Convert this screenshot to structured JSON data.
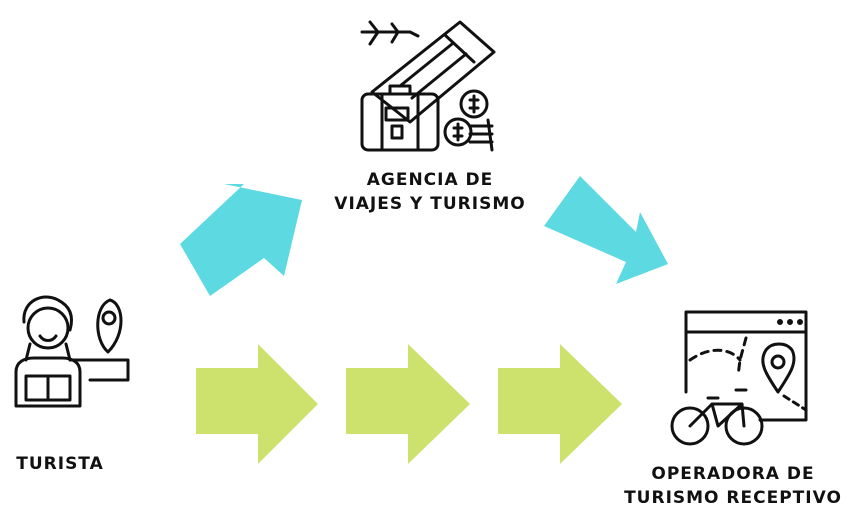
{
  "nodes": {
    "agencia": {
      "line1": "AGENCIA DE",
      "line2": "VIAJES Y TURISMO",
      "icon": "travel-luggage-ticket-icon"
    },
    "turista": {
      "label": "TURISTA",
      "icon": "tourist-with-map-icon"
    },
    "operadora": {
      "line1": "OPERADORA DE",
      "line2": "TURISMO RECEPTIVO",
      "icon": "bike-route-map-icon"
    }
  },
  "colors": {
    "direct_arrows": "#cde26c",
    "agency_arrows": "#5dd9e2",
    "ink": "#111111"
  }
}
